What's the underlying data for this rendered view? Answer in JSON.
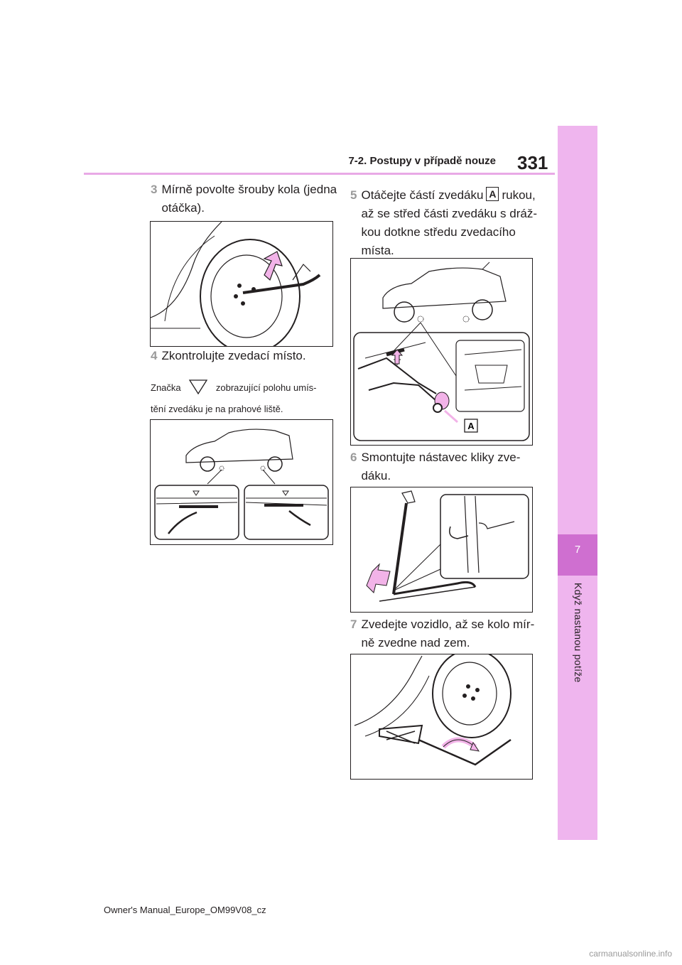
{
  "header": {
    "section_title": "7-2. Postupy v případě nouze",
    "page_number": "331"
  },
  "side_tab": {
    "chapter_number": "7",
    "chapter_title": "Když nastanou potíže"
  },
  "steps": [
    {
      "number": "3",
      "text_line1": "Mírně povolte šrouby kola (jedna",
      "text_line2": "otáčka)."
    },
    {
      "number": "4",
      "text_line1": "Zkontrolujte zvedací místo."
    },
    {
      "number": "5",
      "text_line1_before": "Otáčejte částí zvedáku",
      "text_line1_after": "rukou,",
      "text_line2": "až se střed části zvedáku s dráž-",
      "text_line3": "kou dotkne středu zvedacího",
      "text_line4": "místa."
    },
    {
      "number": "6",
      "text_line1": "Smontujte nástavec kliky zve-",
      "text_line2": "dáku."
    },
    {
      "number": "7",
      "text_line1": "Zvedejte vozidlo, až se kolo mír-",
      "text_line2": "ně zvedne nad zem."
    }
  ],
  "note": {
    "before_symbol": "Značka",
    "after_symbol": "zobrazující polohu umís-",
    "line2": "tění zvedáku je na prahové liště."
  },
  "label_a": "A",
  "footer": {
    "text": "Owner's Manual_Europe_OM99V08_cz"
  },
  "watermark": {
    "text": "carmanualsonline.info"
  },
  "colors": {
    "accent": "#e9a9e6",
    "tab": "#efb5ee",
    "tab_dark": "#cf6fd0",
    "arrow": "#f2b3e8"
  }
}
